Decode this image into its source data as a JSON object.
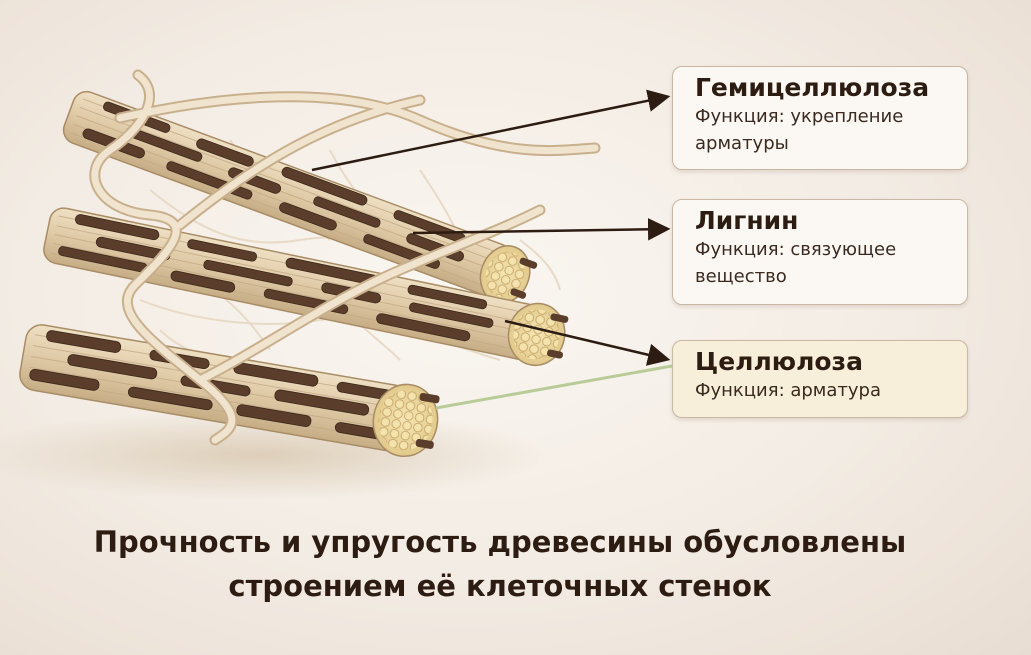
{
  "labels": {
    "hemicellulose": {
      "title": "Гемицеллюлоза",
      "desc": "Функция: укрепление\nарматуры"
    },
    "lignin": {
      "title": "Лигнин",
      "desc": "Функция: связующее\nвещество"
    },
    "cellulose": {
      "title": "Целлюлоза",
      "desc": "Функция: арматура"
    }
  },
  "caption": {
    "line1": "Прочность и упругость древесины обусловлены",
    "line2": "строением её клеточных стенок"
  },
  "colors": {
    "wood": "#e2cfae",
    "lignin": "#5a3d2b",
    "fiber": "#ecdcc0",
    "arrow": "#2d1c12",
    "green_line": "#b9cc98"
  },
  "icons": [
    "fiber-bundle-icon",
    "arrow-icon"
  ]
}
